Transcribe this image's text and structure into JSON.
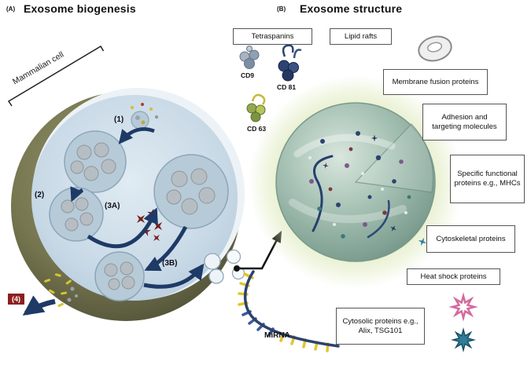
{
  "figure": {
    "panelA": {
      "tag": "(A)",
      "title": "Exosome biogenesis",
      "cell_label": "Mammalian cell",
      "steps": {
        "s1": "(1)",
        "s2": "(2)",
        "s3a": "(3A)",
        "s3b": "(3B)",
        "s4": "(4)"
      }
    },
    "panelB": {
      "tag": "(B)",
      "title": "Exosome structure",
      "component_boxes": {
        "tetraspanins": "Tetraspanins",
        "lipid_rafts": "Lipid rafts",
        "membrane_fusion": "Membrane fusion proteins",
        "adhesion": "Adhesion and targeting molecules",
        "specific_functional": "Specific functional proteins e.g., MHCs",
        "cytoskeletal": "Cytoskeletal proteins",
        "heat_shock": "Heat shock proteins",
        "cytosolic": "Cytosolic proteins e.g., Alix, TSG101"
      },
      "tetraspanin_markers": {
        "cd9": "CD9",
        "cd81": "CD 81",
        "cd63": "CD 63"
      },
      "mirna_label": "MiRNA"
    },
    "colors": {
      "cell_membrane_olive": "#6e6e4a",
      "cytoplasm_blue": "#c6d8e5",
      "arrow_navy": "#1e3a66",
      "step4_red": "#8c1f1f",
      "exosome_glow": "#dce8b4",
      "exosome_sphere": "#7fa092",
      "mirna_yellow": "#e2c52e",
      "mirna_blue": "#3a5a9e",
      "heat_shock_pink": "#d46a9e",
      "cytosolic_star_teal": "#2f7d99"
    }
  }
}
